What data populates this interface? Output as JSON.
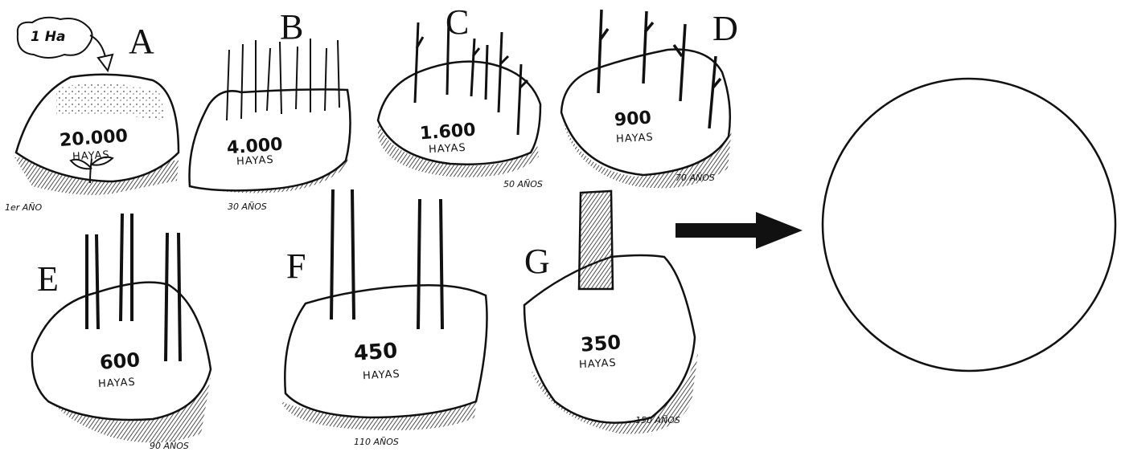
{
  "area_tag": "1 Ha",
  "panels": [
    {
      "letter": "A",
      "count": "20.000",
      "unit": "HAYAS",
      "age": "1er AÑO"
    },
    {
      "letter": "B",
      "count": "4.000",
      "unit": "HAYAS",
      "age": "30 AÑOS"
    },
    {
      "letter": "C",
      "count": "1.600",
      "unit": "HAYAS",
      "age": "50 AÑOS"
    },
    {
      "letter": "D",
      "count": "900",
      "unit": "HAYAS",
      "age": "70 AÑOS"
    },
    {
      "letter": "E",
      "count": "600",
      "unit": "HAYAS",
      "age": "90 AÑOS"
    },
    {
      "letter": "F",
      "count": "450",
      "unit": "HAYAS",
      "age": "110 AÑOS"
    },
    {
      "letter": "G",
      "count": "350",
      "unit": "HAYAS",
      "age": "150 AÑOS"
    }
  ],
  "colors": {
    "ink": "#111111",
    "background": "#ffffff"
  }
}
